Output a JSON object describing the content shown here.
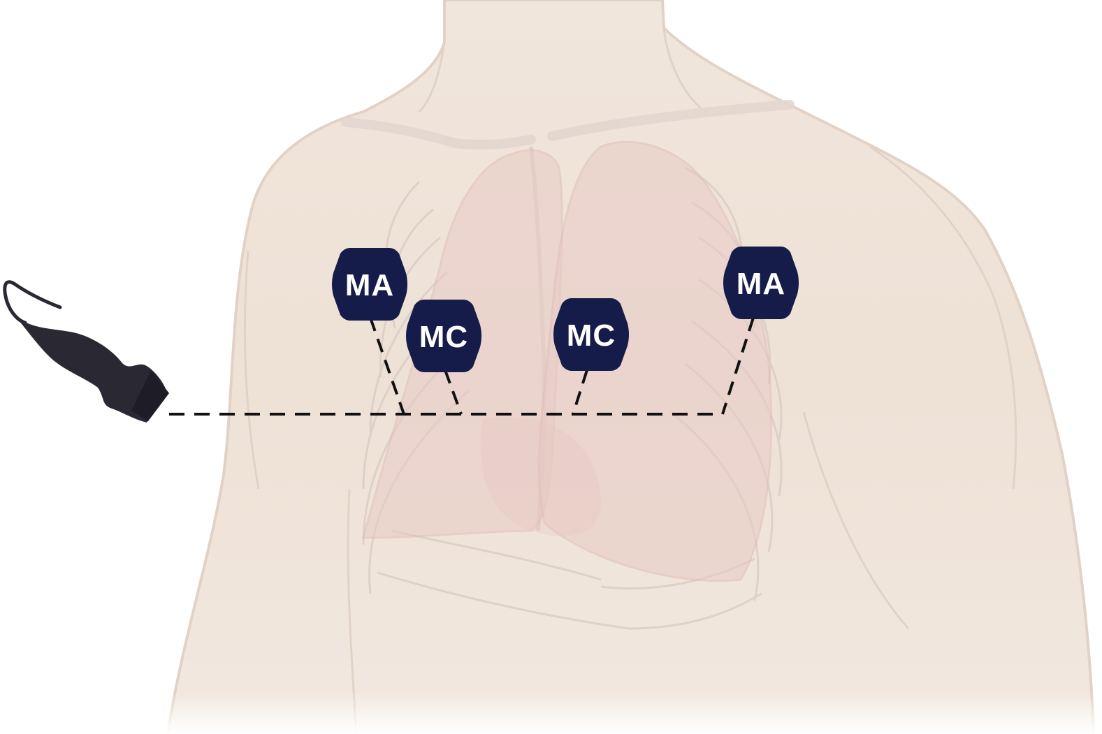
{
  "diagram": {
    "markers": [
      {
        "id": "ma-right",
        "label": "MA"
      },
      {
        "id": "mc-right",
        "label": "MC"
      },
      {
        "id": "mc-left",
        "label": "MC"
      },
      {
        "id": "ma-left",
        "label": "MA"
      }
    ],
    "colors": {
      "badge": "#161c4a",
      "badge_text": "#ffffff",
      "skin": "#efe4da",
      "skin_outline": "#e0cfc2",
      "lung": "#e8cfcb",
      "rib_stroke": "#d9c9c2",
      "probe": "#2a2833",
      "dash_line": "#111111"
    },
    "icons": {
      "probe": "ultrasound-probe-icon",
      "torso": "torso-illustration",
      "lungs": "lungs-illustration",
      "ribcage": "ribcage-illustration"
    }
  }
}
